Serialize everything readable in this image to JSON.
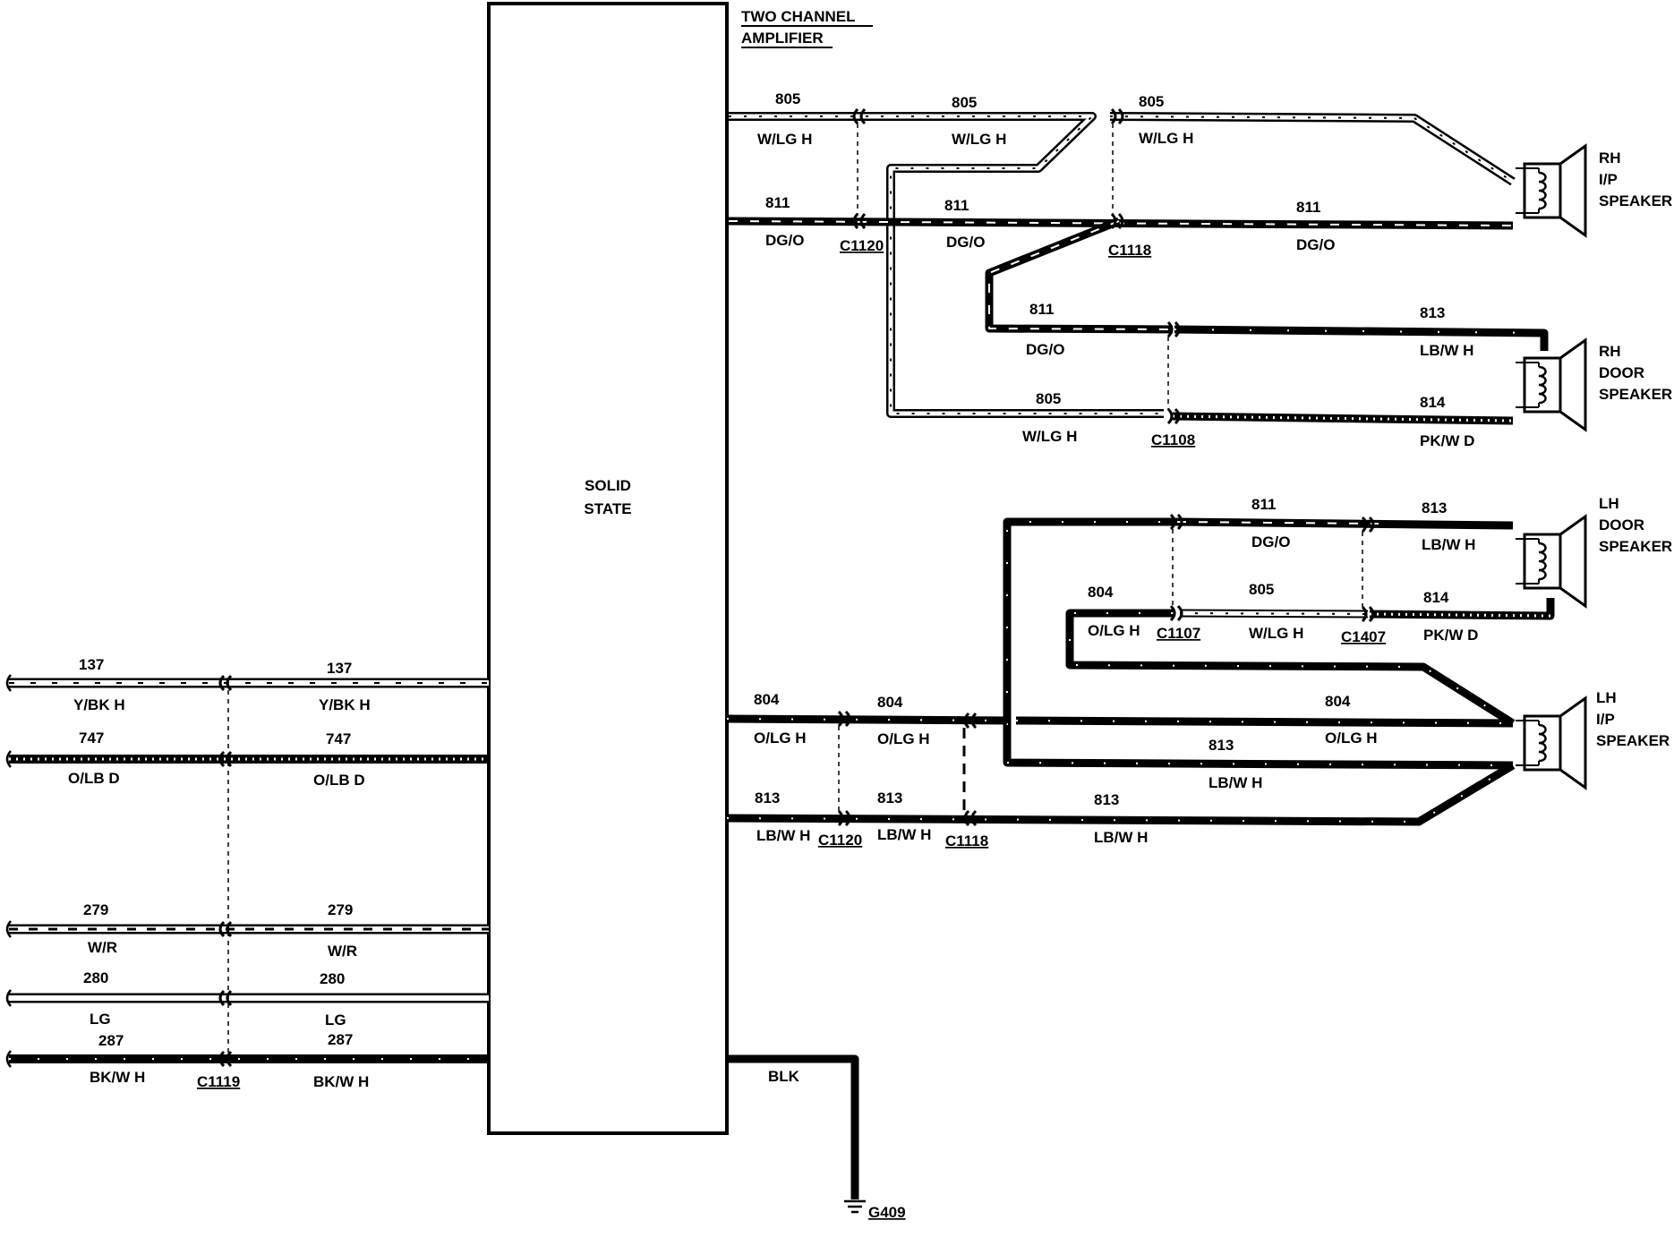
{
  "amplifier": {
    "title_line1": "TWO CHANNEL",
    "title_line2": "AMPLIFIER",
    "body_line1": "SOLID",
    "body_line2": "STATE"
  },
  "speakers": {
    "rh_ip": [
      "RH",
      "I/P",
      "SPEAKER"
    ],
    "rh_door": [
      "RH",
      "DOOR",
      "SPEAKER"
    ],
    "lh_door": [
      "LH",
      "DOOR",
      "SPEAKER"
    ],
    "lh_ip": [
      "LH",
      "I/P",
      "SPEAKER"
    ]
  },
  "connectors": {
    "c1120_top": "C1120",
    "c1118_top": "C1118",
    "c1108": "C1108",
    "c1107": "C1107",
    "c1407": "C1407",
    "c1120_bottom": "C1120",
    "c1118_bottom": "C1118",
    "c1119": "C1119"
  },
  "ground": {
    "label": "G409",
    "wire_color": "BLK"
  },
  "wires": {
    "w805_a_num": "805",
    "w805_a_col": "W/LG H",
    "w805_b_num": "805",
    "w805_b_col": "W/LG H",
    "w805_c_num": "805",
    "w805_c_col": "W/LG H",
    "w811_a_num": "811",
    "w811_a_col": "DG/O",
    "w811_b_num": "811",
    "w811_b_col": "DG/O",
    "w811_c_num": "811",
    "w811_c_col": "DG/O",
    "w811_d_num": "811",
    "w811_d_col": "DG/O",
    "w813_rh_num": "813",
    "w813_rh_col": "LB/W H",
    "w805_d_num": "805",
    "w805_d_col": "W/LG H",
    "w814_rh_num": "814",
    "w814_rh_col": "PK/W D",
    "w811_e_num": "811",
    "w811_e_col": "DG/O",
    "w813_lh_num": "813",
    "w813_lh_col": "LB/W H",
    "w804_a_num": "804",
    "w804_a_col": "O/LG H",
    "w805_e_num": "805",
    "w805_e_col": "W/LG H",
    "w814_lh_num": "814",
    "w814_lh_col": "PK/W D",
    "w804_b_num": "804",
    "w804_b_col": "O/LG H",
    "w804_c_num": "804",
    "w804_c_col": "O/LG H",
    "w804_d_num": "804",
    "w804_d_col": "O/LG H",
    "w813_a_num": "813",
    "w813_a_col": "LB/W H",
    "w813_b_num": "813",
    "w813_b_col": "LB/W H",
    "w813_c_num": "813",
    "w813_c_col": "LB/W H",
    "w813_d_num": "813",
    "w813_d_col": "LB/W H",
    "in137_l_num": "137",
    "in137_l_col": "Y/BK H",
    "in137_r_num": "137",
    "in137_r_col": "Y/BK H",
    "in747_l_num": "747",
    "in747_l_col": "O/LB D",
    "in747_r_num": "747",
    "in747_r_col": "O/LB D",
    "in279_l_num": "279",
    "in279_l_col": "W/R",
    "in279_r_num": "279",
    "in279_r_col": "W/R",
    "in280_l_num": "280",
    "in280_l_col": "LG",
    "in280_r_num": "280",
    "in280_r_col": "LG",
    "in287_l_num": "287",
    "in287_l_col": "BK/W H",
    "in287_r_num": "287",
    "in287_r_col": "BK/W H"
  }
}
